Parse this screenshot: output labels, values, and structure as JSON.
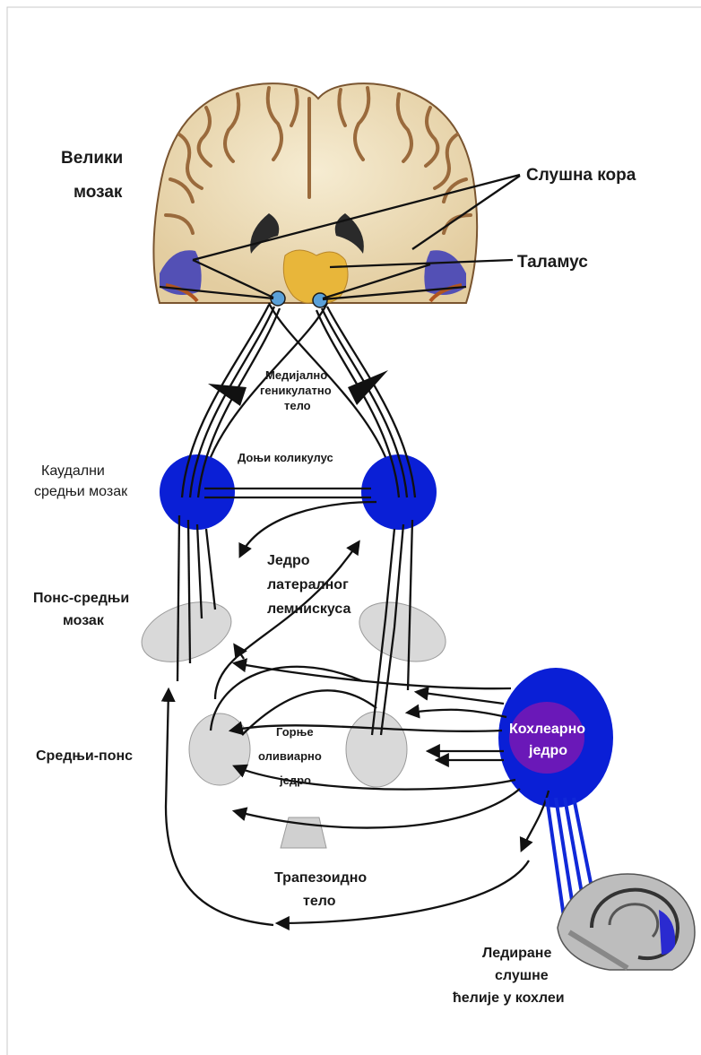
{
  "labels": {
    "cerebrum": [
      "Велики",
      "мозак"
    ],
    "auditory_cortex": "Слушна кора",
    "thalamus": "Таламус",
    "medial_geniculate": [
      "Медијално",
      "геникулатно",
      "тело"
    ],
    "inferior_colliculus": "Доњи коликулус",
    "caudal_midbrain": [
      "Каудални",
      "средњи мозак"
    ],
    "lateral_lemniscus_nucleus": [
      "Једро",
      "латералног",
      "лемнискуса"
    ],
    "pons_midbrain": [
      "Понс-средњи",
      "мозак"
    ],
    "mid_pons": "Средњи-понс",
    "superior_olive": [
      "Горње",
      "оливиарно",
      "једро"
    ],
    "cochlear_nucleus": [
      "Кохлеарно",
      "једро"
    ],
    "trapezoid_body": [
      "Трапезоидно",
      "тело"
    ],
    "hair_cells": [
      "Ледиране",
      "слушне",
      "ћелије у кохлеи"
    ]
  },
  "colors": {
    "nucleus_blue": "#0a1fd6",
    "cochlear_inner": "#6a18b8",
    "gray_nucleus": "#d9d9d9",
    "thalamus": "#e8b63a",
    "brain_tissue": "#efe1bd",
    "brain_gyri": "#9a6a3c",
    "pathway": "#111111"
  }
}
